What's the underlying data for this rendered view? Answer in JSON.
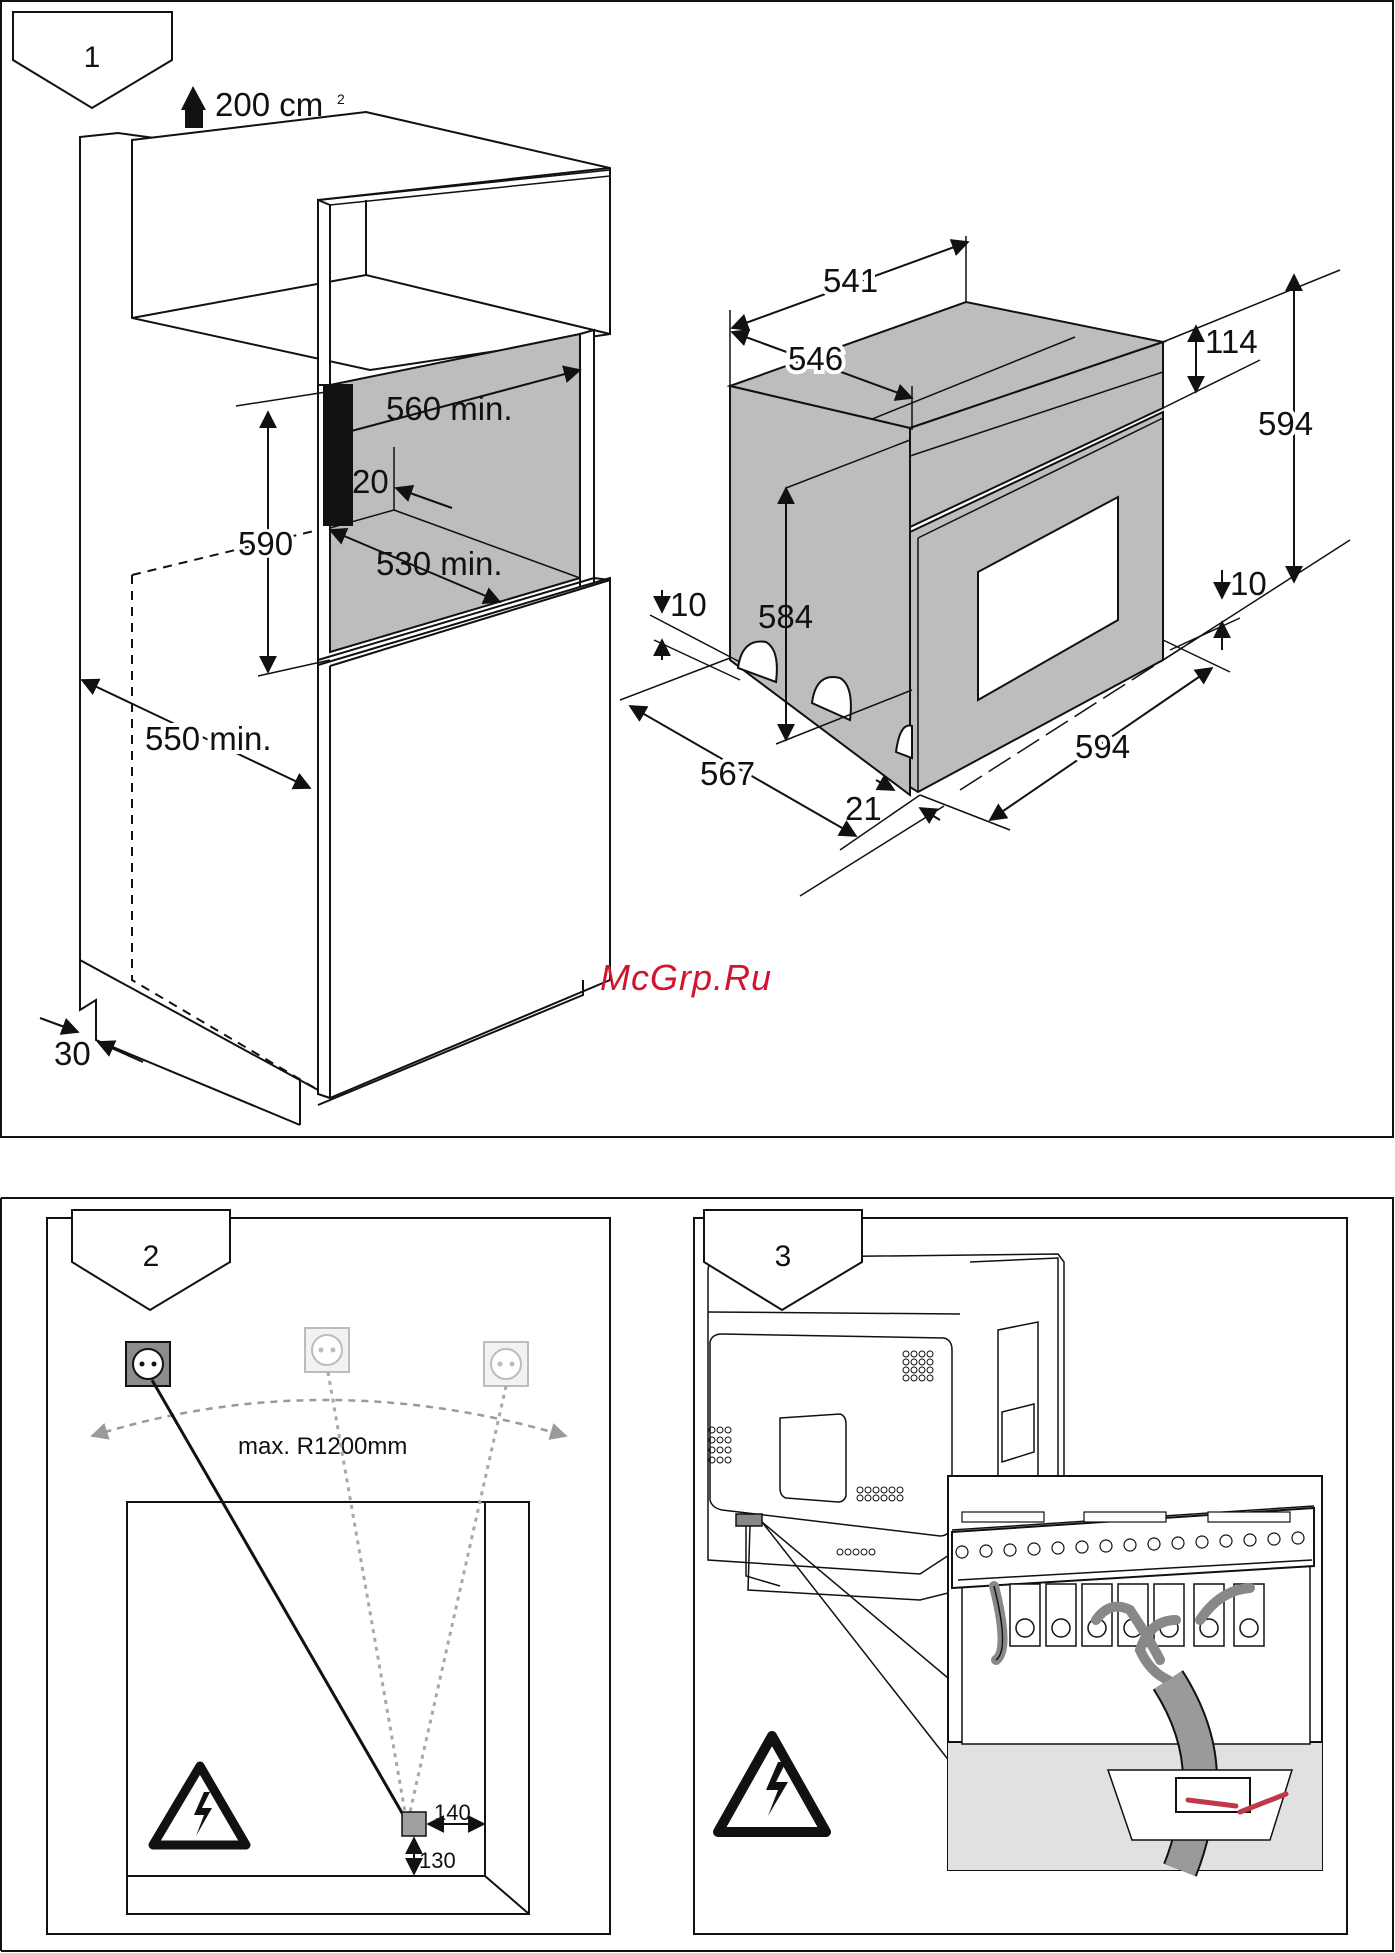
{
  "panels": [
    {
      "number": "1",
      "labels": {
        "vent_area": "200 cm",
        "vent_area_sup": "2",
        "cabinet_width": "560 min.",
        "gap": "20",
        "niche_height": "590",
        "niche_depth": "530 min.",
        "cabinet_depth": "550 min.",
        "side_depth": "30",
        "oven_width": "541",
        "oven_inner_width": "546",
        "panel_height": "114",
        "oven_height": "594",
        "body_height": "584",
        "foot_height": "10",
        "floor_gap": "10",
        "oven_depth": "567",
        "door_depth": "21",
        "front_width": "594"
      }
    },
    {
      "number": "2",
      "labels": {
        "radius": "max. R1200mm",
        "side_offset": "140",
        "bottom_offset": "130"
      },
      "icons": [
        "socket-icon",
        "high-voltage-warning-icon"
      ]
    },
    {
      "number": "3",
      "icons": [
        "terminal-block-icon",
        "high-voltage-warning-icon"
      ]
    }
  ],
  "watermark": "McGrp.Ru",
  "colors": {
    "fill_grey": "#bdbdbd",
    "line": "#111111",
    "watermark": "#d2142c"
  }
}
